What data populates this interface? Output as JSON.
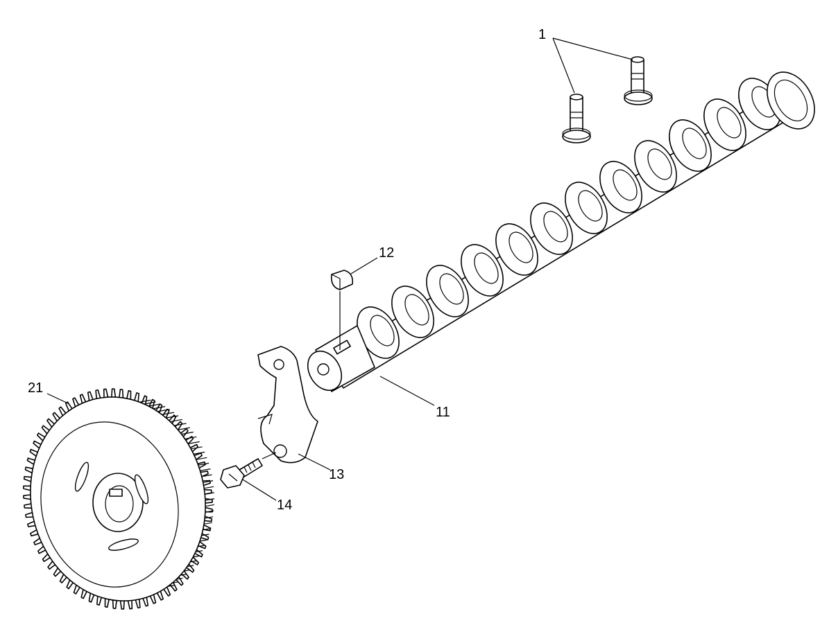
{
  "diagram": {
    "callouts": [
      {
        "id": "lifter",
        "label": "1"
      },
      {
        "id": "camshaft",
        "label": "11"
      },
      {
        "id": "key",
        "label": "12"
      },
      {
        "id": "thrust-plate",
        "label": "13"
      },
      {
        "id": "bolt",
        "label": "14"
      },
      {
        "id": "gear",
        "label": "21"
      }
    ]
  }
}
